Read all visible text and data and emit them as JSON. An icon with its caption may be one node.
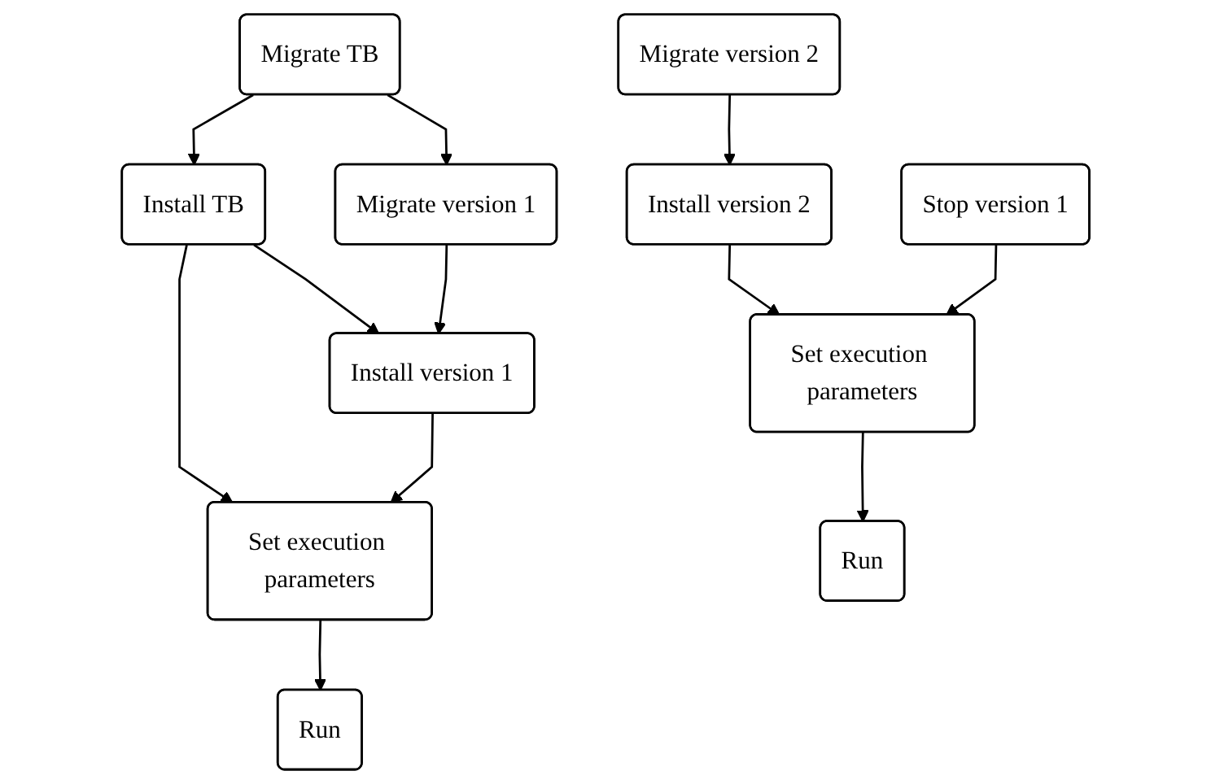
{
  "diagram": {
    "nodes": [
      {
        "text": [
          "Migrate TB"
        ]
      },
      {
        "text": [
          "Install TB"
        ]
      },
      {
        "text": [
          "Migrate version 1"
        ]
      },
      {
        "text": [
          "Install version 1"
        ]
      },
      {
        "text": [
          "Migrate version 2"
        ]
      },
      {
        "text": [
          "Stop version 1"
        ]
      },
      {
        "text": [
          "Install version 2"
        ]
      },
      {
        "text": [
          "Set execution parameters"
        ]
      },
      {
        "text": [
          "Set execution parameters"
        ]
      },
      {
        "text": [
          "Run"
        ]
      },
      {
        "text": [
          "Run"
        ]
      }
    ],
    "edges": [
      {
        "from": 0,
        "to": 1,
        "arrow": "to"
      },
      {
        "from": 0,
        "to": 2,
        "arrow": "to"
      },
      {
        "from": 1,
        "to": 3,
        "arrow": "to"
      },
      {
        "from": 2,
        "to": 3,
        "arrow": "to"
      },
      {
        "from": 1,
        "to": 7,
        "arrow": "to"
      },
      {
        "from": 3,
        "to": 7,
        "arrow": "to"
      },
      {
        "from": 4,
        "to": 6,
        "arrow": "to"
      },
      {
        "from": 6,
        "to": 8,
        "arrow": "to"
      },
      {
        "from": 5,
        "to": 8,
        "arrow": "to"
      },
      {
        "from": 7,
        "to": 9,
        "arrow": "to"
      },
      {
        "from": 8,
        "to": 10,
        "arrow": "to"
      }
    ]
  }
}
